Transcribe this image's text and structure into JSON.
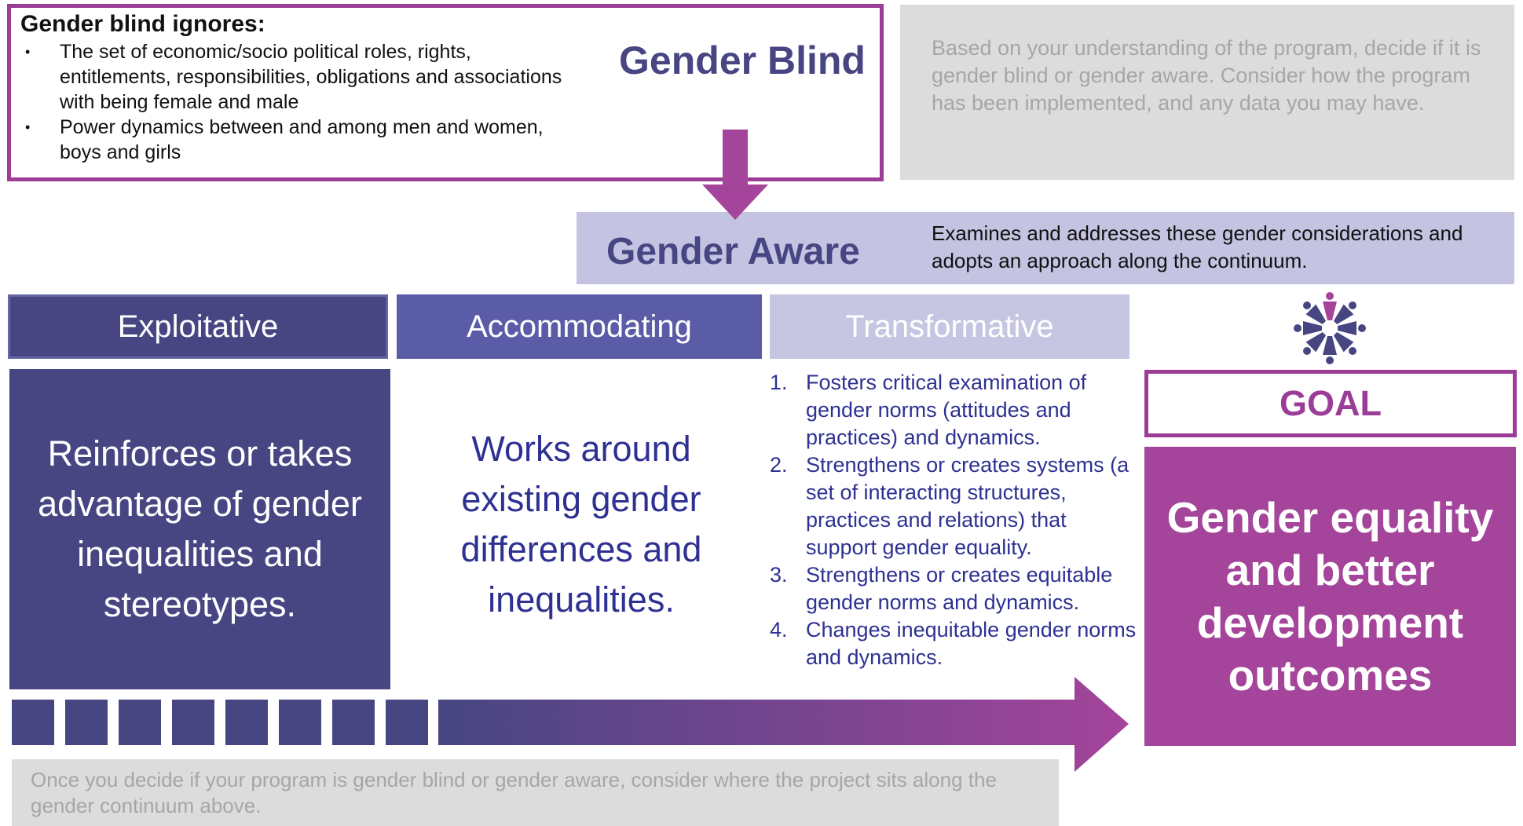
{
  "gender_blind": {
    "heading": "Gender blind ignores:",
    "bullets": [
      "The set of economic/socio political roles, rights, entitlements, responsibilities, obligations and associations with being female and male",
      "Power dynamics between and among men and women, boys and girls"
    ],
    "title": "Gender Blind"
  },
  "instruction_top": "Based on your understanding of the program, decide if it is gender blind or gender aware.  Consider how the program has been implemented, and any data you may have.",
  "gender_aware": {
    "title": "Gender Aware",
    "description": "Examines and addresses these gender considerations and adopts an approach along the continuum."
  },
  "continuum": {
    "exploitative": {
      "label": "Exploitative",
      "description": "Reinforces or takes advantage of gender inequalities and stereotypes."
    },
    "accommodating": {
      "label": "Accommodating",
      "description": "Works around existing gender differences and inequalities."
    },
    "transformative": {
      "label": "Transformative",
      "items": [
        {
          "num": "1.",
          "text": "Fosters critical examination of gender norms (attitudes and practices) and dynamics."
        },
        {
          "num": "2.",
          "text": "Strengthens or creates systems (a set of interacting structures, practices and relations) that support gender equality."
        },
        {
          "num": "3.",
          "text": "Strengthens or creates equitable gender norms and dynamics."
        },
        {
          "num": "4.",
          "text": "Changes inequitable gender norms and dynamics."
        }
      ]
    }
  },
  "goal": {
    "label": "GOAL",
    "text": "Gender equality and better development outcomes"
  },
  "instruction_bottom": "Once you decide if your program is gender blind or gender aware, consider where the project sits along the gender continuum above.",
  "icons": {
    "people_circle": "people-circle-icon",
    "down_arrow": "down-arrow-icon",
    "continuum_arrow": "right-arrow-icon"
  },
  "colors": {
    "dark_indigo": "#474683",
    "medium_indigo": "#5b5ca8",
    "light_lavender": "#c6c5e2",
    "purple": "#a4449a",
    "magenta_border": "#9b3c97",
    "grey_note": "#dcdcdd"
  }
}
